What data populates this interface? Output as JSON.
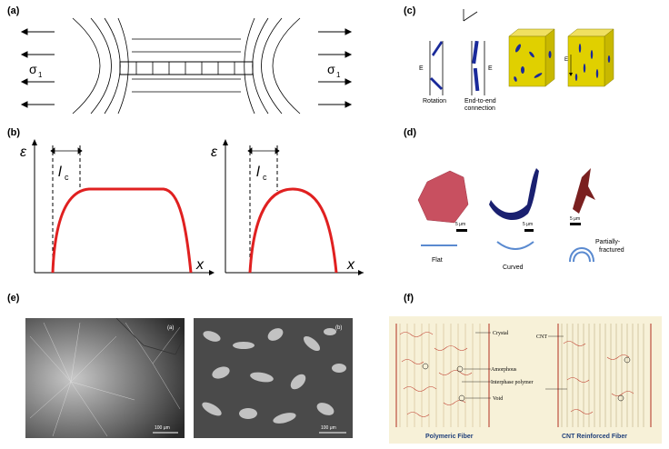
{
  "labels": {
    "a": "(a)",
    "b": "(b)",
    "c": "(c)",
    "d": "(d)",
    "e": "(e)",
    "f": "(f)"
  },
  "panel_a": {
    "sigma_left": "σ",
    "sigma_left_sub": "1",
    "sigma_right": "σ",
    "sigma_right_sub": "1"
  },
  "panel_b": {
    "y_axis": "ε",
    "x_axis": "x",
    "lc": "l",
    "lc_sub": "c"
  },
  "panel_c": {
    "rotation": "Rotation",
    "end_to_end": "End-to-end\nconnection",
    "field": "E"
  },
  "panel_d": {
    "scale": "5 μm",
    "flat": "Flat",
    "curved": "Curved",
    "partial": "Partially-\nfractured"
  },
  "panel_e": {
    "img_a_label": "(a)",
    "img_b_label": "(b)",
    "scale": "100 μm"
  },
  "panel_f": {
    "crystal": "Crystal",
    "amorphous": "Amorphous",
    "interphase": "Interphase polymer",
    "void": "Void",
    "cnt": "CNT",
    "left_caption": "Polymeric Fiber",
    "right_caption": "CNT Reinforced Fiber"
  },
  "colors": {
    "curve": "#e02020",
    "cube": "#e0d000",
    "cnt": "#1a2a9a",
    "flake_red": "#c85060"
  }
}
